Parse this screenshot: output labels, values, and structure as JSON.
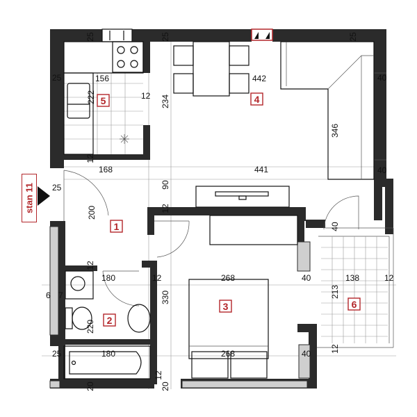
{
  "unit_label": "stan 11",
  "rooms": [
    {
      "number": "1"
    },
    {
      "number": "2"
    },
    {
      "number": "3"
    },
    {
      "number": "4"
    },
    {
      "number": "5"
    },
    {
      "number": "6"
    }
  ],
  "dimensions": {
    "d25_top_a": "25",
    "d25_top_b": "25",
    "d25_top_c": "25",
    "d25_left_kitchen": "25",
    "d156": "156",
    "d222": "222",
    "d12_kitchen": "12",
    "d234": "234",
    "d442": "442",
    "d40_right_top": "40",
    "d346": "346",
    "d12_kitchen_bottom": "12",
    "d168": "168",
    "d441": "441",
    "d40_right_mid": "40",
    "d25_left_hall": "25",
    "d90": "90",
    "d200": "200",
    "d12_bed_top": "12",
    "d40_balcony": "40",
    "d12_bath_top": "12",
    "d180_top": "180",
    "d12_bath_right": "12",
    "d268_top": "268",
    "d40_bed_right": "40",
    "d138": "138",
    "d12_far_right": "12",
    "d6": "6",
    "d7": "7",
    "d330": "330",
    "d213": "213",
    "d220": "220",
    "d12_balcony_bottom": "12",
    "d25_bath_bottom": "25",
    "d180_bottom": "180",
    "d268_bottom": "268",
    "d40_bed_bottom": "40",
    "d12_bath_bottom": "12",
    "d20_a": "20",
    "d20_b": "20"
  }
}
